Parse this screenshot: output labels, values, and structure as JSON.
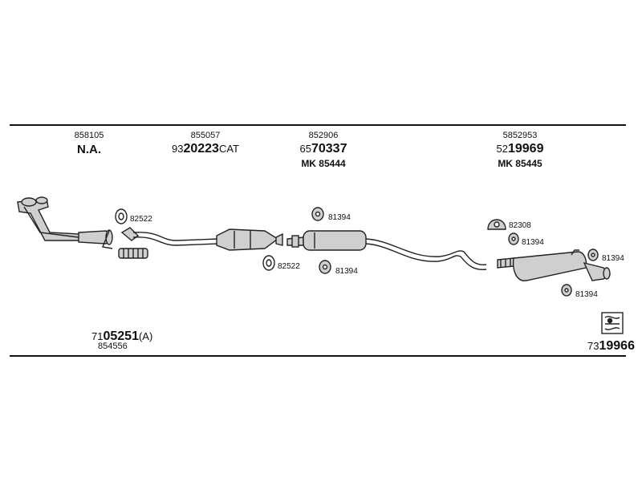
{
  "top_labels": [
    {
      "part": "858105",
      "line2": "N.A.",
      "line3": ""
    },
    {
      "part": "855057",
      "prefix": "93",
      "main": "20223",
      "suffix": "CAT",
      "line3": ""
    },
    {
      "part": "852906",
      "prefix": "65",
      "main": "70337",
      "suffix": "",
      "line3": "MK  85444"
    },
    {
      "part": "5852953",
      "prefix": "52",
      "main": "19969",
      "suffix": "",
      "line3": "MK  85445"
    }
  ],
  "part_labels": {
    "c1": "82522",
    "c2": "82522",
    "h1": "81394",
    "h2": "81394",
    "h3": "82308",
    "h4": "81394",
    "h5": "81394",
    "h6": "81394"
  },
  "bottom_left": {
    "prefix": "71",
    "main": "05251",
    "suffix": "(A)",
    "sub": "854556"
  },
  "bottom_right": {
    "prefix": "73",
    "main": "19966"
  }
}
